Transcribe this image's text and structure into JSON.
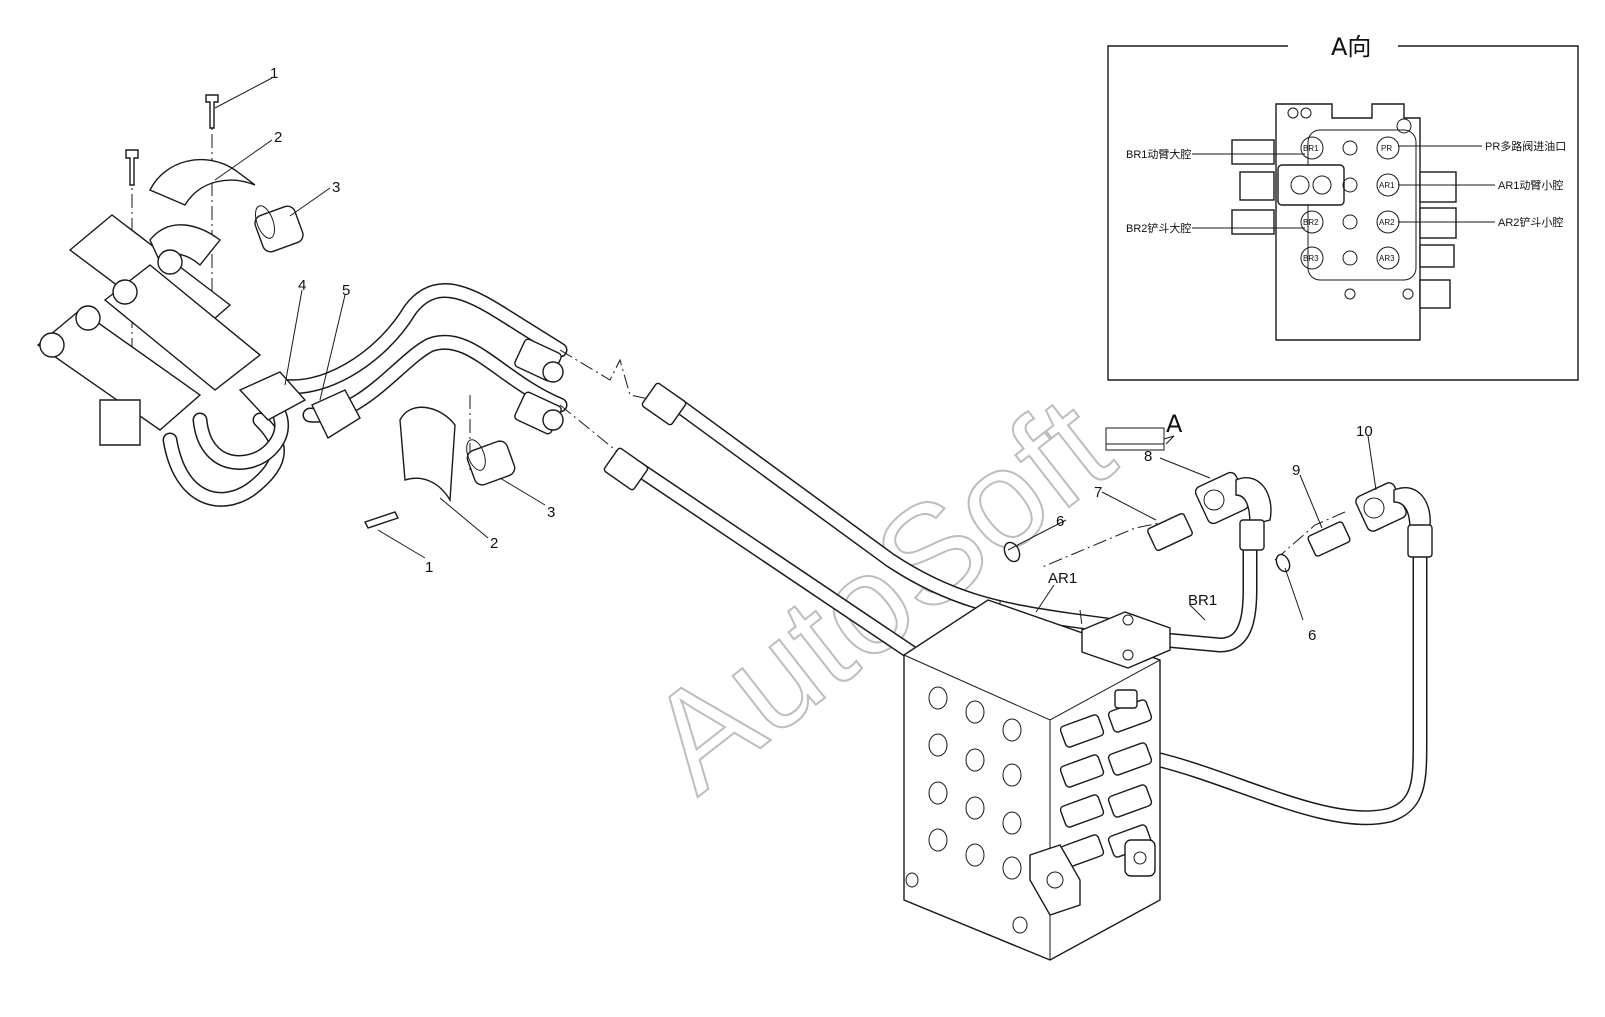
{
  "watermark": "AutoSoft",
  "detail_view": {
    "title": "A向",
    "ports": {
      "br1": "BR1",
      "br2": "BR2",
      "br3": "BR3",
      "ar1": "AR1",
      "ar2": "AR2",
      "ar3": "AR3",
      "pr": "PR"
    },
    "callouts": {
      "br1": "BR1动臂大腔",
      "br2": "BR2铲斗大腔",
      "ar1": "AR1动臂小腔",
      "ar2": "AR2铲斗小腔",
      "pr": "PR多路阀进油口"
    }
  },
  "view_marker": "A",
  "line_labels": {
    "ar1": "AR1",
    "br1": "BR1"
  },
  "balloons": {
    "p1a": "1",
    "p2a": "2",
    "p3a": "3",
    "p4": "4",
    "p5": "5",
    "p1b": "1",
    "p2b": "2",
    "p3b": "3",
    "p6a": "6",
    "p7": "7",
    "p8": "8",
    "p9": "9",
    "p6b": "6",
    "p10": "10"
  }
}
